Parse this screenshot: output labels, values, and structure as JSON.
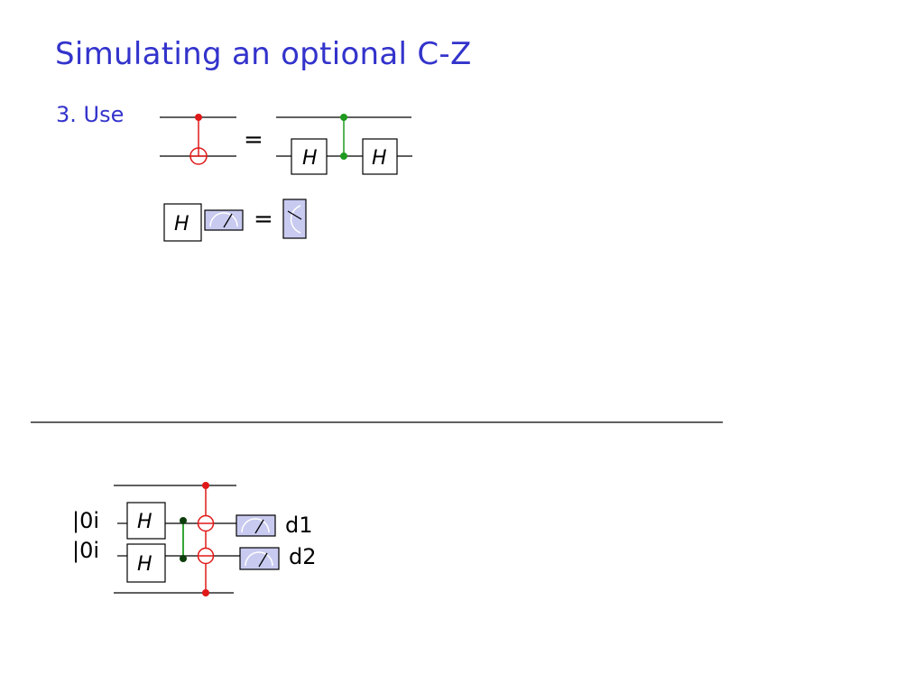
{
  "slide": {
    "title": "Simulating an optional C-Z",
    "step_label": "3. Use",
    "equals_1": "=",
    "equals_2": "=",
    "hadamard_label": "H",
    "ket_1": "|0i",
    "ket_2": "|0i",
    "detector_1": "d1",
    "detector_2": "d2"
  },
  "colors": {
    "title_text": "#3333cc",
    "cnot_control": "#e01818",
    "cz_control": "#1f9a1f",
    "detector_fill": "#c8caf0"
  }
}
